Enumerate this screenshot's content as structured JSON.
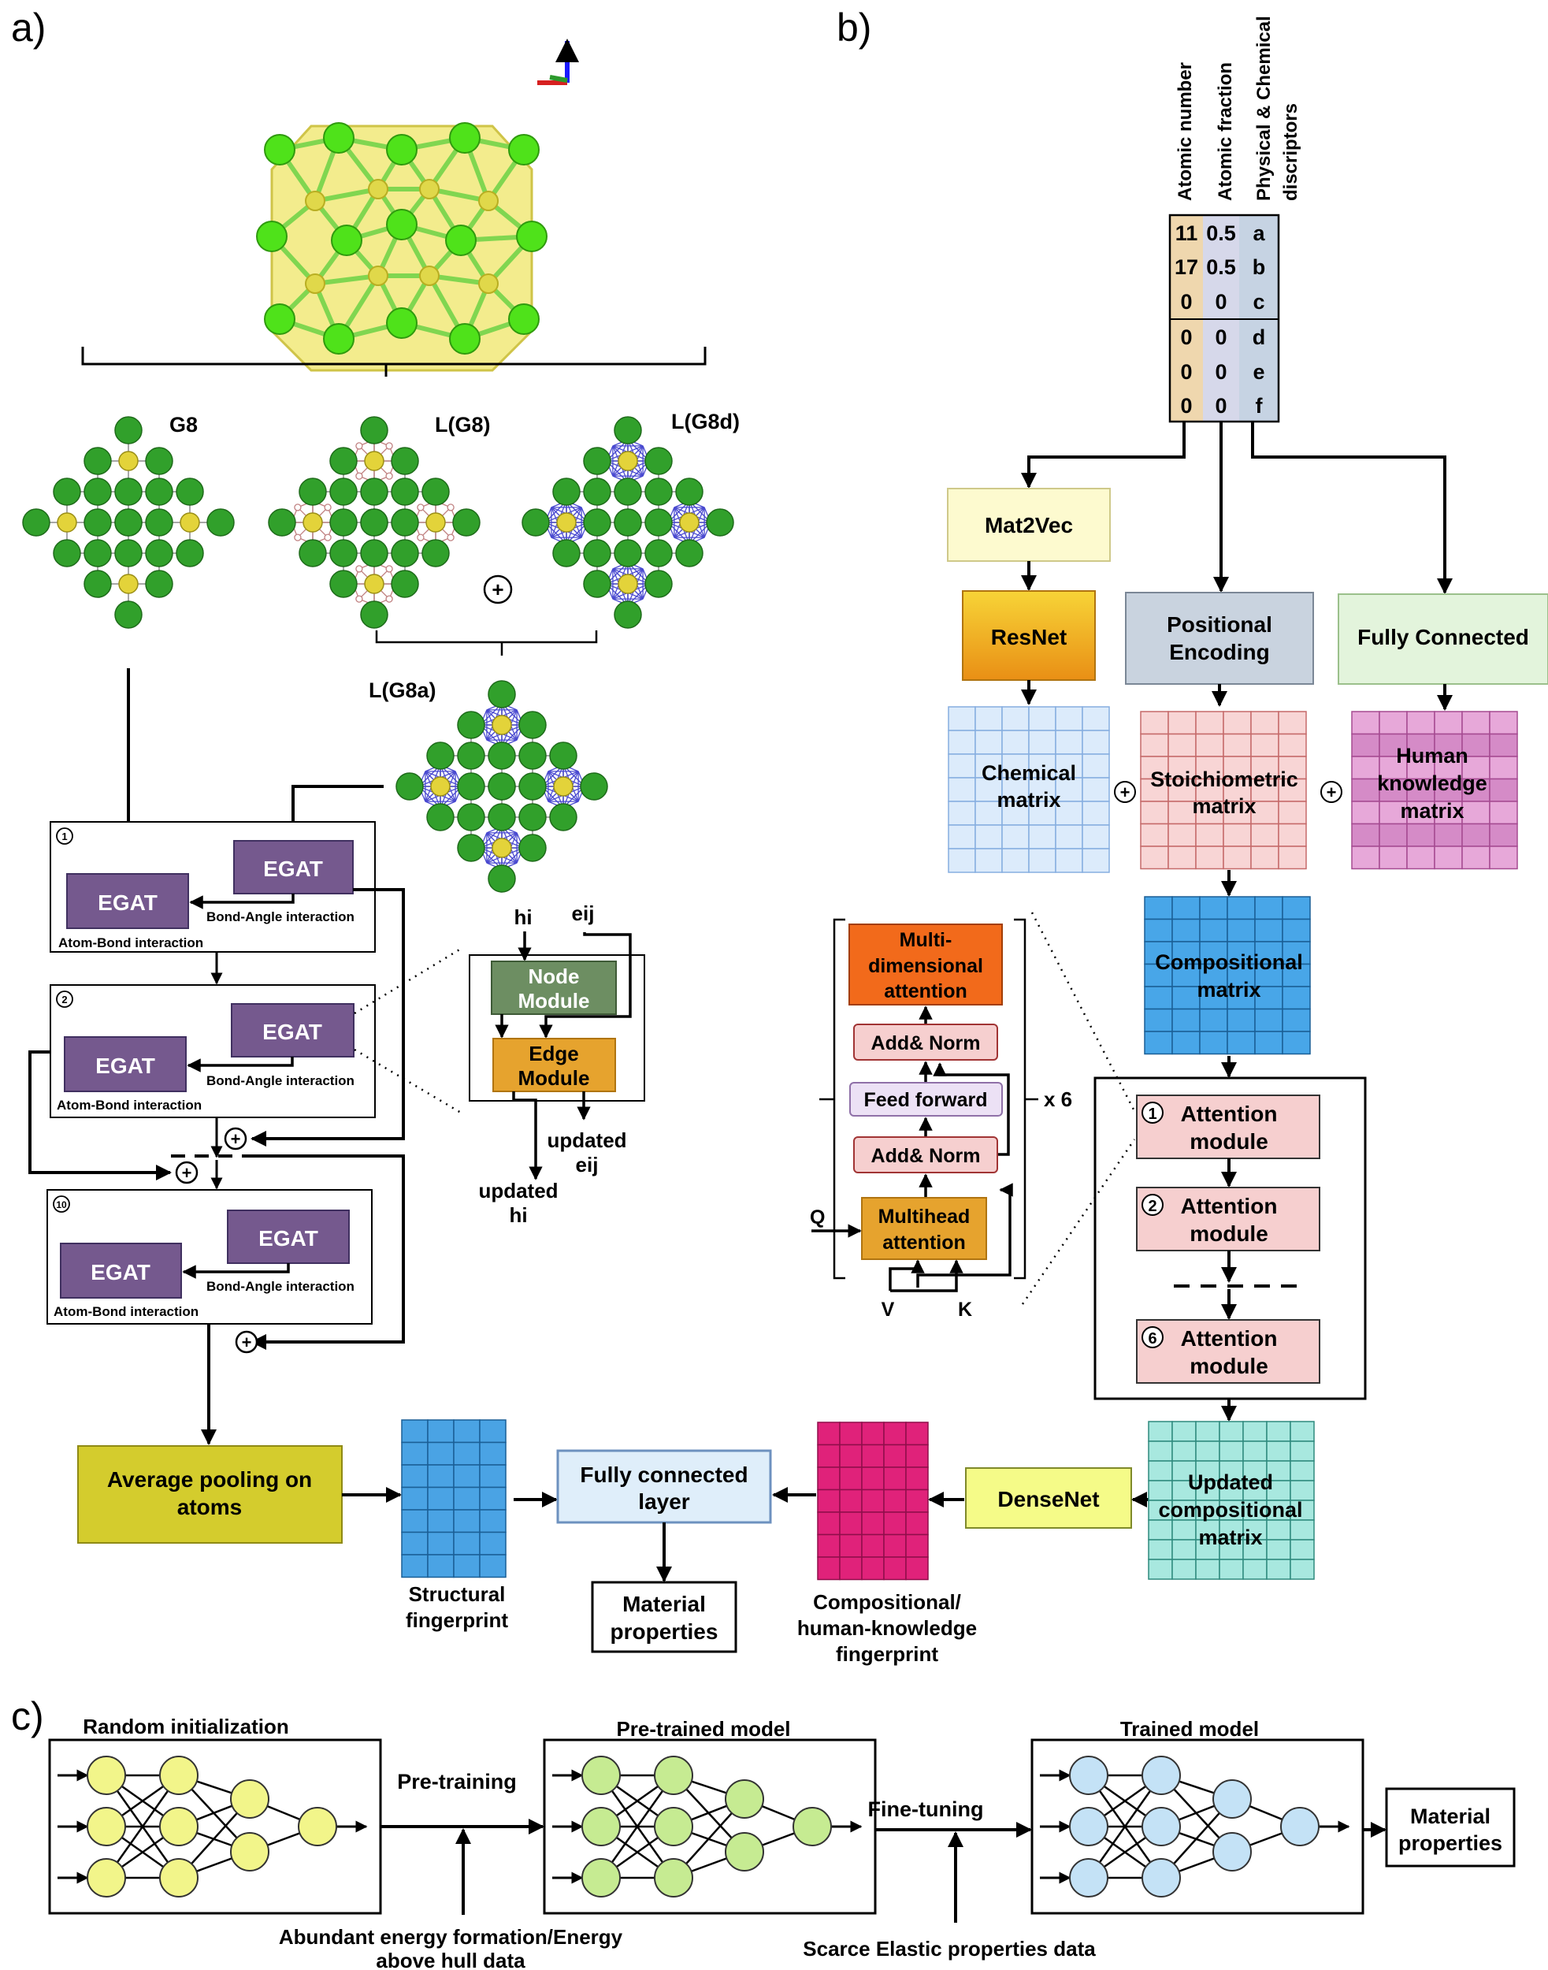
{
  "panels": {
    "a": "a)",
    "b": "b)",
    "c": "c)"
  },
  "graphs": {
    "g8": "G8",
    "lg8": "L(G8)",
    "lg8d": "L(G8d)",
    "lg8a": "L(G8a)",
    "plus": "+"
  },
  "egat": {
    "label": "EGAT",
    "bond_angle": "Bond-Angle interaction",
    "atom_bond": "Atom-Bond interaction",
    "blocks": [
      "1",
      "2",
      "10"
    ]
  },
  "module": {
    "hi": "hi",
    "eij": "eij",
    "node": [
      "Node",
      "Module"
    ],
    "edge": [
      "Edge",
      "Module"
    ],
    "updated_hi": [
      "updated",
      "hi"
    ],
    "updated_eij": [
      "updated",
      "eij"
    ]
  },
  "pool": [
    "Average pooling on",
    "atoms"
  ],
  "structural_fp": [
    "Structural",
    "fingerprint"
  ],
  "fc_layer": [
    "Fully connected",
    "layer"
  ],
  "material_props": [
    "Material",
    "properties"
  ],
  "comp_fp": [
    "Compositional/",
    "human-knowledge",
    "fingerprint"
  ],
  "input_table": {
    "headers": [
      "Atomic number",
      "Atomic fraction",
      "Physical & Chemical",
      "discriptors"
    ],
    "col1": [
      "11",
      "17",
      "0",
      "0",
      "0",
      "0"
    ],
    "col2": [
      "0.5",
      "0.5",
      "0",
      "0",
      "0",
      "0"
    ],
    "col3": [
      "a",
      "b",
      "c",
      "d",
      "e",
      "f"
    ],
    "colors": {
      "col1": "#efd7ae",
      "col2": "#d6d8ea",
      "col3": "#c6d3e3"
    }
  },
  "mat2vec": "Mat2Vec",
  "resnet": "ResNet",
  "pos_enc": [
    "Positional",
    "Encoding"
  ],
  "fully_connected": "Fully Connected",
  "chem_matrix": [
    "Chemical",
    "matrix"
  ],
  "stoich_matrix": [
    "Stoichiometric",
    "matrix"
  ],
  "human_matrix": [
    "Human",
    "knowledge",
    "matrix"
  ],
  "comp_matrix": [
    "Compositional",
    "matrix"
  ],
  "transformer": {
    "mda": [
      "Multi-",
      "dimensional",
      "attention"
    ],
    "addnorm": "Add& Norm",
    "ff": "Feed forward",
    "mha": [
      "Multihead",
      "attention"
    ],
    "q": "Q",
    "v": "V",
    "k": "K",
    "x6": "x 6"
  },
  "attention_modules": [
    {
      "num": "1",
      "label": [
        "Attention",
        "module"
      ]
    },
    {
      "num": "2",
      "label": [
        "Attention",
        "module"
      ]
    },
    {
      "num": "6",
      "label": [
        "Attention",
        "module"
      ]
    }
  ],
  "updated_comp": [
    "Updated",
    "compositional",
    "matrix"
  ],
  "densenet": "DenseNet",
  "panel_c": {
    "random": "Random initialization",
    "pretrained": "Pre-trained model",
    "trained": "Trained model",
    "pretraining": "Pre-training",
    "finetuning": "Fine-tuning",
    "abundant": [
      "Abundant energy formation/Energy",
      "above hull data"
    ],
    "scarce": "Scarce Elastic properties data",
    "output": [
      "Material",
      "properties"
    ],
    "node_colors": [
      "#f2f58a",
      "#c6eb92",
      "#c4e2f6"
    ]
  }
}
